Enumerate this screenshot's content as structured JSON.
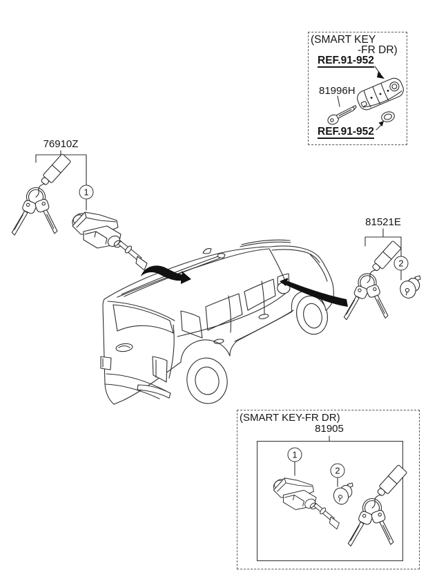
{
  "page": {
    "background": "#ffffff",
    "line_color": "#2d2d2d",
    "text_color": "#151515",
    "arrow_color": "#111111"
  },
  "top_panel": {
    "title_line1": "(SMART KEY",
    "title_line2": "-FR DR)",
    "ref_link_top": "REF.91-952",
    "part_number": "81996H",
    "ref_link_bottom": "REF.91-952"
  },
  "main_diagram": {
    "door_key_group": {
      "part_number": "76910Z",
      "callout": "1"
    },
    "key_set_group": {
      "part_number": "81521E",
      "callout": "2"
    }
  },
  "bottom_panel": {
    "title": "(SMART KEY-FR DR)",
    "part_number": "81905",
    "callout_1": "1",
    "callout_2": "2"
  }
}
